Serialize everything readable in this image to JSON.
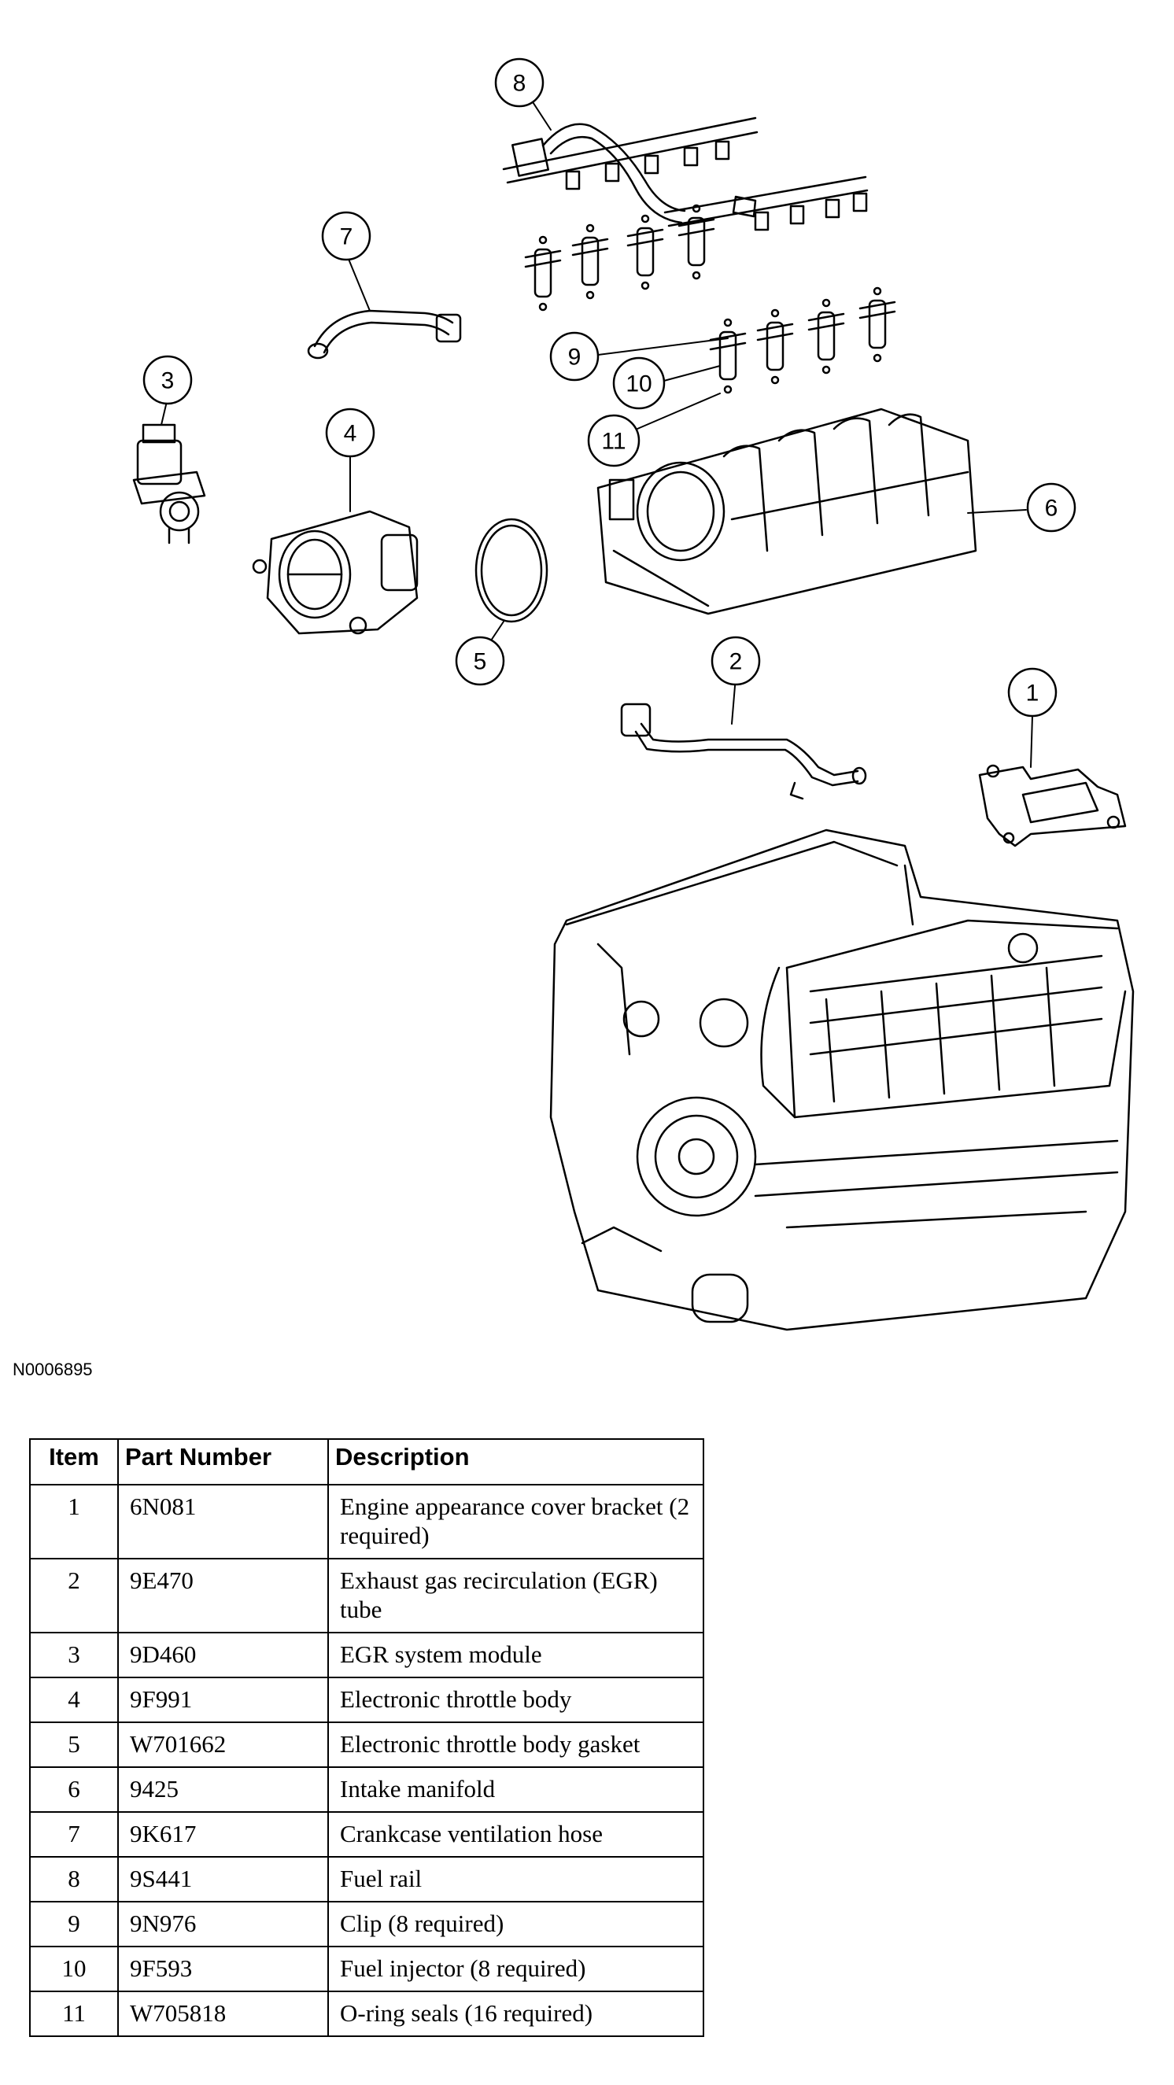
{
  "figure_id": "N0006895",
  "callouts": [
    "1",
    "2",
    "3",
    "4",
    "5",
    "6",
    "7",
    "8",
    "9",
    "10",
    "11"
  ],
  "table": {
    "headers": [
      "Item",
      "Part Number",
      "Description"
    ],
    "rows": [
      {
        "item": "1",
        "part": "6N081",
        "desc": "Engine appearance cover bracket (2 required)"
      },
      {
        "item": "2",
        "part": "9E470",
        "desc": "Exhaust gas recirculation (EGR) tube"
      },
      {
        "item": "3",
        "part": "9D460",
        "desc": "EGR system module"
      },
      {
        "item": "4",
        "part": "9F991",
        "desc": "Electronic throttle body"
      },
      {
        "item": "5",
        "part": "W701662",
        "desc": "Electronic throttle body gasket"
      },
      {
        "item": "6",
        "part": "9425",
        "desc": "Intake manifold"
      },
      {
        "item": "7",
        "part": "9K617",
        "desc": "Crankcase ventilation hose"
      },
      {
        "item": "8",
        "part": "9S441",
        "desc": "Fuel rail"
      },
      {
        "item": "9",
        "part": "9N976",
        "desc": "Clip (8 required)"
      },
      {
        "item": "10",
        "part": "9F593",
        "desc": "Fuel injector (8 required)"
      },
      {
        "item": "11",
        "part": "W705818",
        "desc": "O-ring seals (16 required)"
      }
    ]
  }
}
